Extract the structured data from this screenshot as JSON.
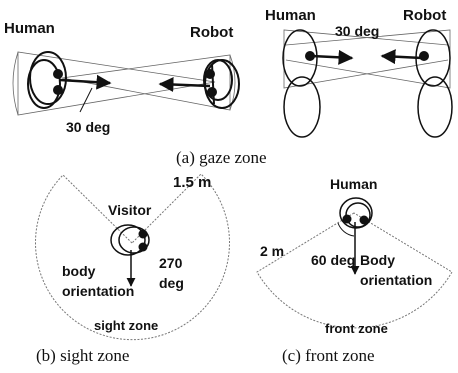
{
  "panel_a": {
    "left": {
      "human_label": "Human",
      "robot_label": "Robot",
      "angle_label": "30 deg"
    },
    "right": {
      "human_label": "Human",
      "robot_label": "Robot",
      "angle_label": "30 deg"
    },
    "caption": "(a)   gaze zone"
  },
  "panel_b": {
    "distance_label": "1.5 m",
    "person_label": "Visitor",
    "orientation_label_line1": "body",
    "orientation_label_line2": "orientation",
    "angle_line1": "270",
    "angle_line2": "deg",
    "zone_label": "sight zone",
    "caption": "(b)    sight zone"
  },
  "panel_c": {
    "person_label": "Human",
    "distance_label": "2 m",
    "angle_label": "60 deg",
    "orientation_label_line1": "Body",
    "orientation_label_line2": "orientation",
    "zone_label": "front zone",
    "caption": "(c)  front zone"
  }
}
